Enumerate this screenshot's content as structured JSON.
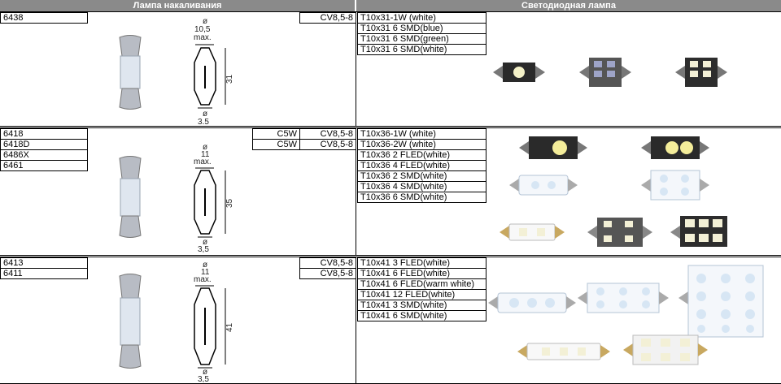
{
  "headers": {
    "incandescent": "Лампа накаливания",
    "led": "Светодиодная лампа"
  },
  "rows": [
    {
      "codes": [
        "6438"
      ],
      "types": [],
      "sockets": [
        "CV8,5-8"
      ],
      "dims": {
        "dia_symbol": "ø",
        "top": "10,5",
        "max": "max.",
        "length": "31",
        "base": "3,5"
      },
      "led_models": [
        "T10x31-1W (white)",
        "T10x31 6 SMD(blue)",
        "T10x31 6 SMD(green)",
        "T10x31 6 SMD(white)"
      ]
    },
    {
      "codes": [
        "6418",
        "6418D",
        "6486X",
        "6461"
      ],
      "types": [
        "C5W",
        "C5W"
      ],
      "sockets": [
        "CV8,5-8",
        "CV8,5-8"
      ],
      "dims": {
        "dia_symbol": "ø",
        "top": "11",
        "max": "max.",
        "length": "35",
        "base": "3,5"
      },
      "led_models": [
        "T10x36-1W (white)",
        "T10x36-2W (white)",
        "T10x36 2 FLED(white)",
        "T10x36 4 FLED(white)",
        "T10x36 2 SMD(white)",
        "T10x36 4 SMD(white)",
        "T10x36 6 SMD(white)"
      ]
    },
    {
      "codes": [
        "6413",
        "6411"
      ],
      "types": [],
      "sockets": [
        "CV8,5-8",
        "CV8,5-8"
      ],
      "dims": {
        "dia_symbol": "ø",
        "top": "11",
        "max": "max.",
        "length": "41",
        "base": "3,5"
      },
      "led_models": [
        "T10x41 3 FLED(white)",
        "T10x41 6 FLED(white)",
        "T10x41 6 FLED(warm white)",
        "T10x41 12 FLED(white)",
        "T10x41 3 SMD(white)",
        "T10x41 6 SMD(white)"
      ]
    }
  ]
}
